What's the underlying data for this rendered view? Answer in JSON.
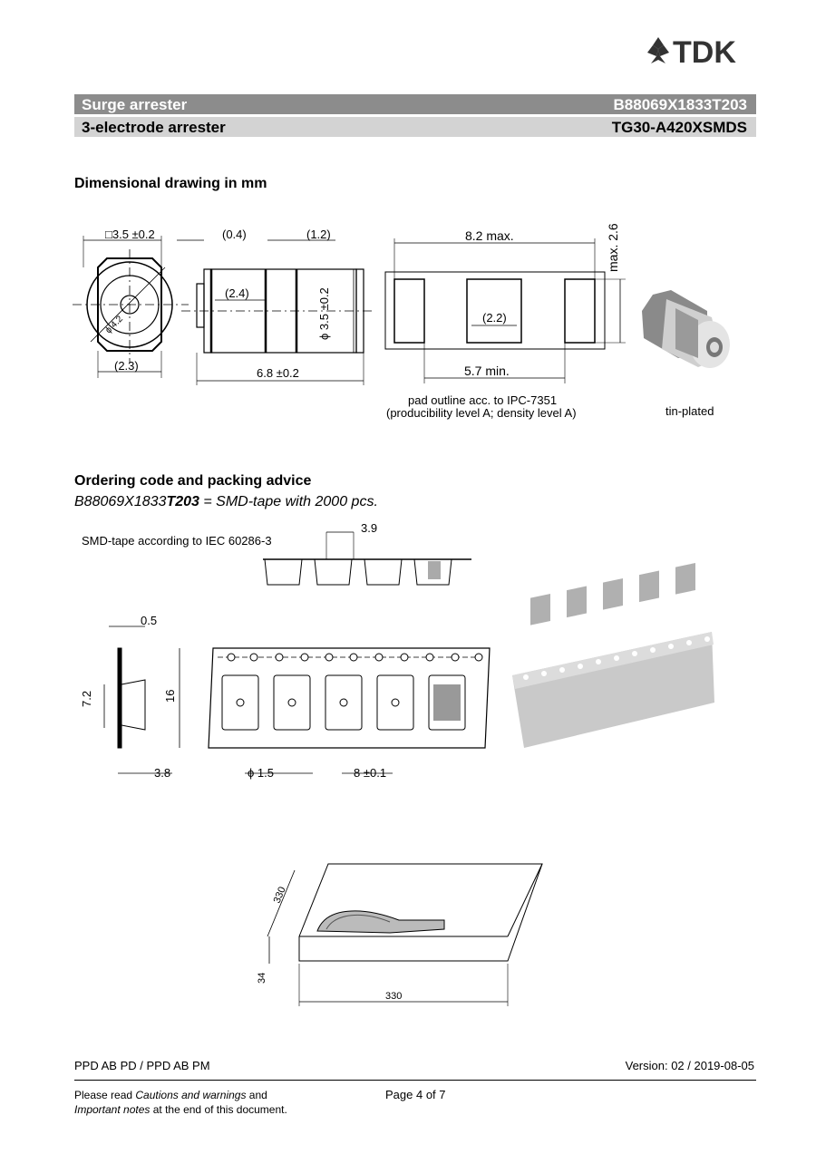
{
  "header": {
    "logo_text": "TDK",
    "product_family": "Surge arrester",
    "order_code": "B88069X1833T203",
    "product_type": "3-electrode arrester",
    "type_code": "TG30-A420XSMDS"
  },
  "dimensional": {
    "heading": "Dimensional drawing in mm",
    "labels": {
      "sq": "□3.5 ±0.2",
      "dia42": "ϕ 4.2",
      "w23": "(2.3)",
      "w04": "(0.4)",
      "w12": "(1.2)",
      "w24": "(2.4)",
      "d35": "ϕ 3.5 ±0.2",
      "len68": "6.8 ±0.2",
      "pad82": "8.2 max.",
      "pad26": "max. 2.6",
      "pad22": "(2.2)",
      "pad57": "5.7 min."
    },
    "pad_caption_line1": "pad outline acc. to IPC-7351",
    "pad_caption_line2": "(producibility level A; density level A)",
    "tin_plated": "tin-plated"
  },
  "ordering": {
    "heading": "Ordering code and packing advice",
    "code_prefix": "B88069X1833",
    "code_suffix": "T203",
    "code_rest": " = SMD-tape with 2000 pcs.",
    "tape_caption": "SMD-tape according to IEC 60286-3",
    "labels": {
      "t39": "3.9",
      "t05": "0.5",
      "t72": "7.2",
      "t16": "16",
      "t38": "3.8",
      "t15": "ϕ 1.5",
      "t8": "8 ±0.1",
      "r330a": "330",
      "r330b": "330",
      "r34": "34"
    }
  },
  "footer": {
    "left": "PPD AB PD / PPD AB PM",
    "right": "Version: 02 / 2019-08-05",
    "note_1a": "Please read ",
    "note_1b": "Cautions and warnings",
    "note_1c": " and",
    "note_2a": "Important notes",
    "note_2b": " at the end of this document.",
    "page": "Page 4 of 7"
  }
}
